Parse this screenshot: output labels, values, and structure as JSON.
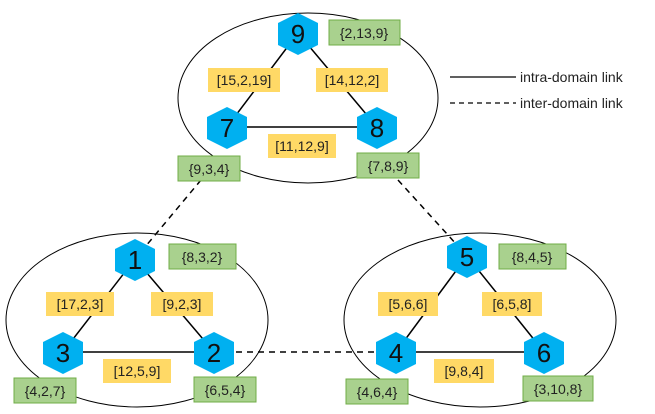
{
  "legend": {
    "intra": "intra-domain link",
    "inter": "inter-domain link"
  },
  "nodes": {
    "n9": "9",
    "n7": "7",
    "n8": "8",
    "n1": "1",
    "n3": "3",
    "n2": "2",
    "n5": "5",
    "n4": "4",
    "n6": "6"
  },
  "node_labels": {
    "n9": "{2,13,9}",
    "n7": "{9,3,4}",
    "n8": "{7,8,9}",
    "n1": "{8,3,2}",
    "n3": "{4,2,7}",
    "n2": "{6,5,4}",
    "n5": "{8,4,5}",
    "n4": "{4,6,4}",
    "n6": "{3,10,8}"
  },
  "edge_labels": {
    "e97": "[15,2,19]",
    "e98": "[14,12,2]",
    "e78": "[11,12,9]",
    "e13": "[17,2,3]",
    "e12": "[9,2,3]",
    "e32": "[12,5,9]",
    "e54": "[5,6,6]",
    "e56": "[6,5,8]",
    "e46": "[9,8,4]"
  },
  "colors": {
    "node": "#00b0f0",
    "edge_label_bg": "#ffd966",
    "node_label_bg": "#a9d18e",
    "node_label_border": "#70ad47",
    "line": "#000000"
  }
}
